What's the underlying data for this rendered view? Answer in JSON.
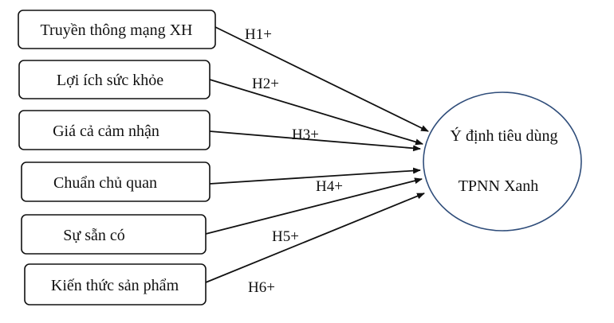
{
  "factors": [
    {
      "id": "f1",
      "label": "Truyền thông mạng XH",
      "hypothesis": "H1+"
    },
    {
      "id": "f2",
      "label": "Lợi ích sức khỏe",
      "hypothesis": "H2+"
    },
    {
      "id": "f3",
      "label": "Giá cả cảm nhận",
      "hypothesis": "H3+"
    },
    {
      "id": "f4",
      "label": "Chuẩn chủ quan",
      "hypothesis": "H4+"
    },
    {
      "id": "f5",
      "label": "Sự sẵn có",
      "hypothesis": "H5+"
    },
    {
      "id": "f6",
      "label": "Kiến thức sản phẩm",
      "hypothesis": "H6+"
    }
  ],
  "target": {
    "line1": "Ý định tiêu dùng",
    "line2": "TPNN Xanh"
  },
  "colors": {
    "ellipse_stroke": "#2f4d7a",
    "ink": "#111111"
  }
}
